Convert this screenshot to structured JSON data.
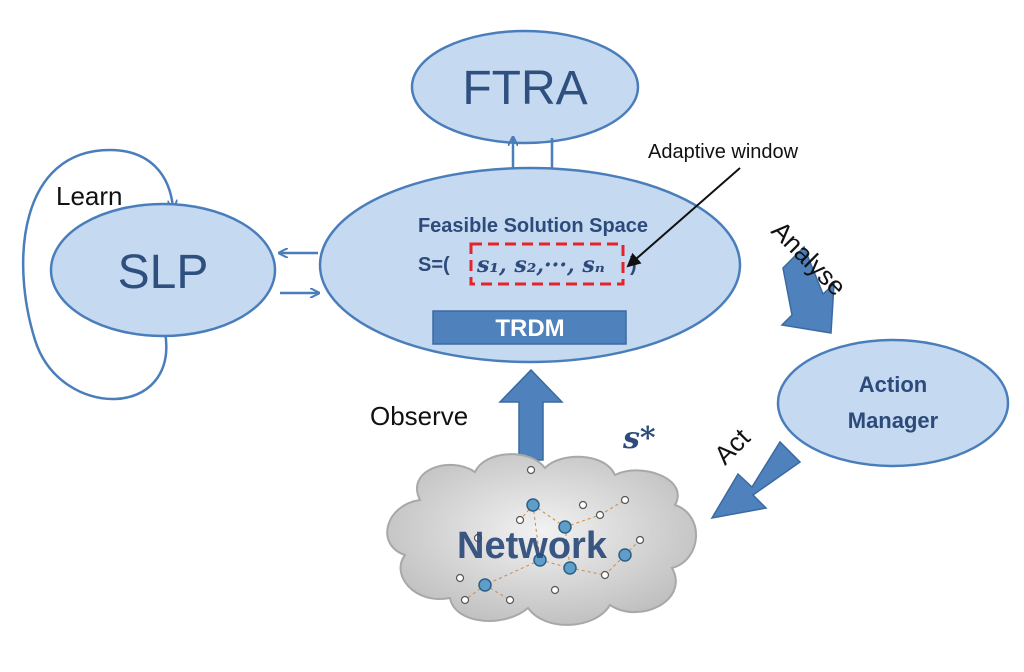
{
  "ftra": {
    "label": "FTRA"
  },
  "slp": {
    "label": "SLP",
    "loop_label": "Learn"
  },
  "fss": {
    "title": "Feasible Solution Space",
    "set_prefix": "S=(",
    "set_items": "s₁, s₂,···, sₙ",
    "set_suffix": ")",
    "trdm_label": "TRDM"
  },
  "adaptive_window": {
    "label": "Adaptive window"
  },
  "action_manager": {
    "line1": "Action",
    "line2": "Manager"
  },
  "network": {
    "label": "Network"
  },
  "arrows": {
    "analyse": "Analyse",
    "act": "Act",
    "observe": "Observe",
    "optimal": "s*"
  },
  "colors": {
    "ellipse_fill": "#c5d9f1",
    "ellipse_stroke": "#4a7ebb",
    "block_arrow": "#4f81bd",
    "trdm_fill": "#4f81bd",
    "window_border": "#e3242b",
    "text_dark_blue": "#2c4a7a",
    "cloud_fill": "#d6d6d6"
  }
}
